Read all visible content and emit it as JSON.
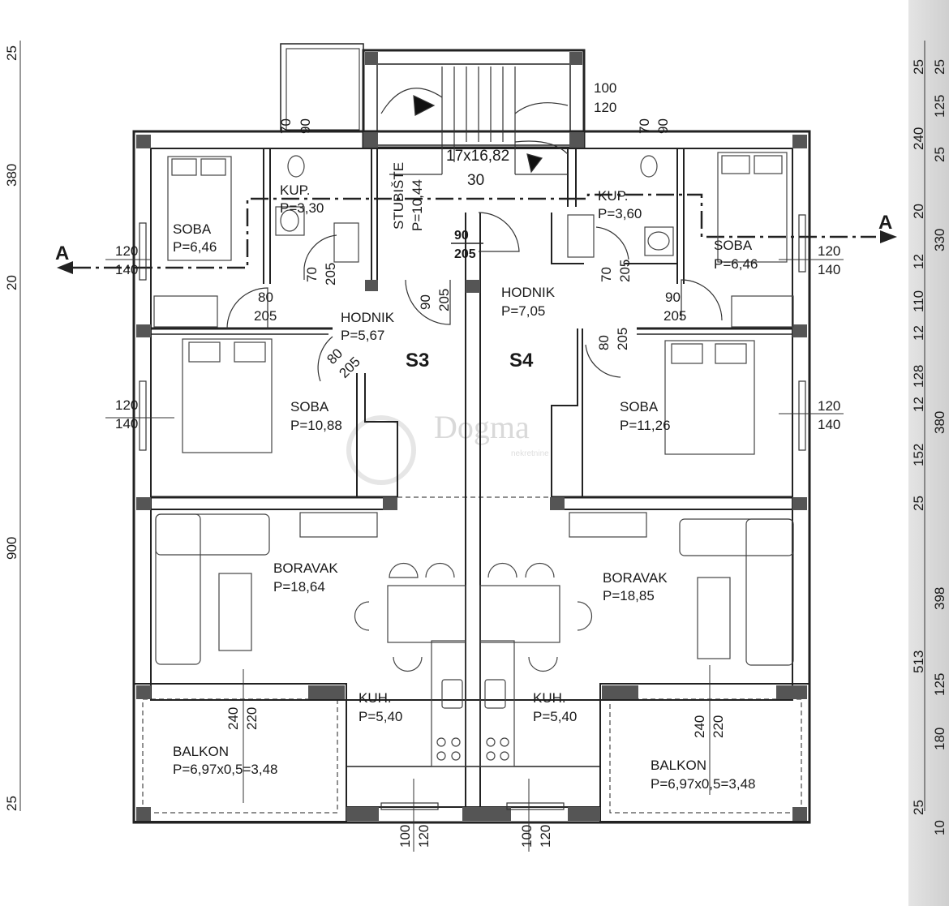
{
  "units": {
    "S3": {
      "label": "S3"
    },
    "S4": {
      "label": "S4"
    }
  },
  "rooms": {
    "s3_soba_small": {
      "name": "SOBA",
      "area": "P=6,46"
    },
    "s3_kup": {
      "name": "KUP.",
      "area": "P=3,30"
    },
    "stubiste": {
      "name": "STUBIŠTE",
      "area": "P=10,44"
    },
    "s4_kup": {
      "name": "KUP.",
      "area": "P=3,60"
    },
    "s4_soba_small": {
      "name": "SOBA",
      "area": "P=6,46"
    },
    "s3_hodnik": {
      "name": "HODNIK",
      "area": "P=5,67"
    },
    "s4_hodnik": {
      "name": "HODNIK",
      "area": "P=7,05"
    },
    "s3_soba_big": {
      "name": "SOBA",
      "area": "P=10,88"
    },
    "s4_soba_big": {
      "name": "SOBA",
      "area": "P=11,26"
    },
    "s3_boravak": {
      "name": "BORAVAK",
      "area": "P=18,64"
    },
    "s4_boravak": {
      "name": "BORAVAK",
      "area": "P=18,85"
    },
    "s3_kuh": {
      "name": "KUH.",
      "area": "P=5,40"
    },
    "s4_kuh": {
      "name": "KUH.",
      "area": "P=5,40"
    },
    "s3_balkon": {
      "name": "BALKON",
      "area": "P=6,97x0,5=3,48"
    },
    "s4_balkon": {
      "name": "BALKON",
      "area": "P=6,97x0,5=3,48"
    }
  },
  "stairs": {
    "steps": "17x16,82",
    "width": "30"
  },
  "section_mark": "A",
  "dims": {
    "stair_win_w": "100",
    "stair_win_h": "120",
    "d70": "70",
    "d90": "90",
    "d120": "120",
    "d140": "140",
    "d205": "205",
    "d80": "80",
    "d240": "240",
    "d220": "220",
    "d100": "100",
    "door_90": "90",
    "door_205": "205"
  },
  "left_scale": [
    "25",
    "380",
    "20",
    "900",
    "25"
  ],
  "right_scale": [
    "25",
    "240",
    "20",
    "12",
    "110",
    "12",
    "128",
    "12",
    "152",
    "25",
    "513",
    "25"
  ],
  "right_scale_cut": [
    "25",
    "125",
    "25",
    "330",
    "380",
    "398",
    "125",
    "180",
    "10"
  ],
  "watermark": {
    "name": "Dogma",
    "sub": "nekretnine"
  }
}
